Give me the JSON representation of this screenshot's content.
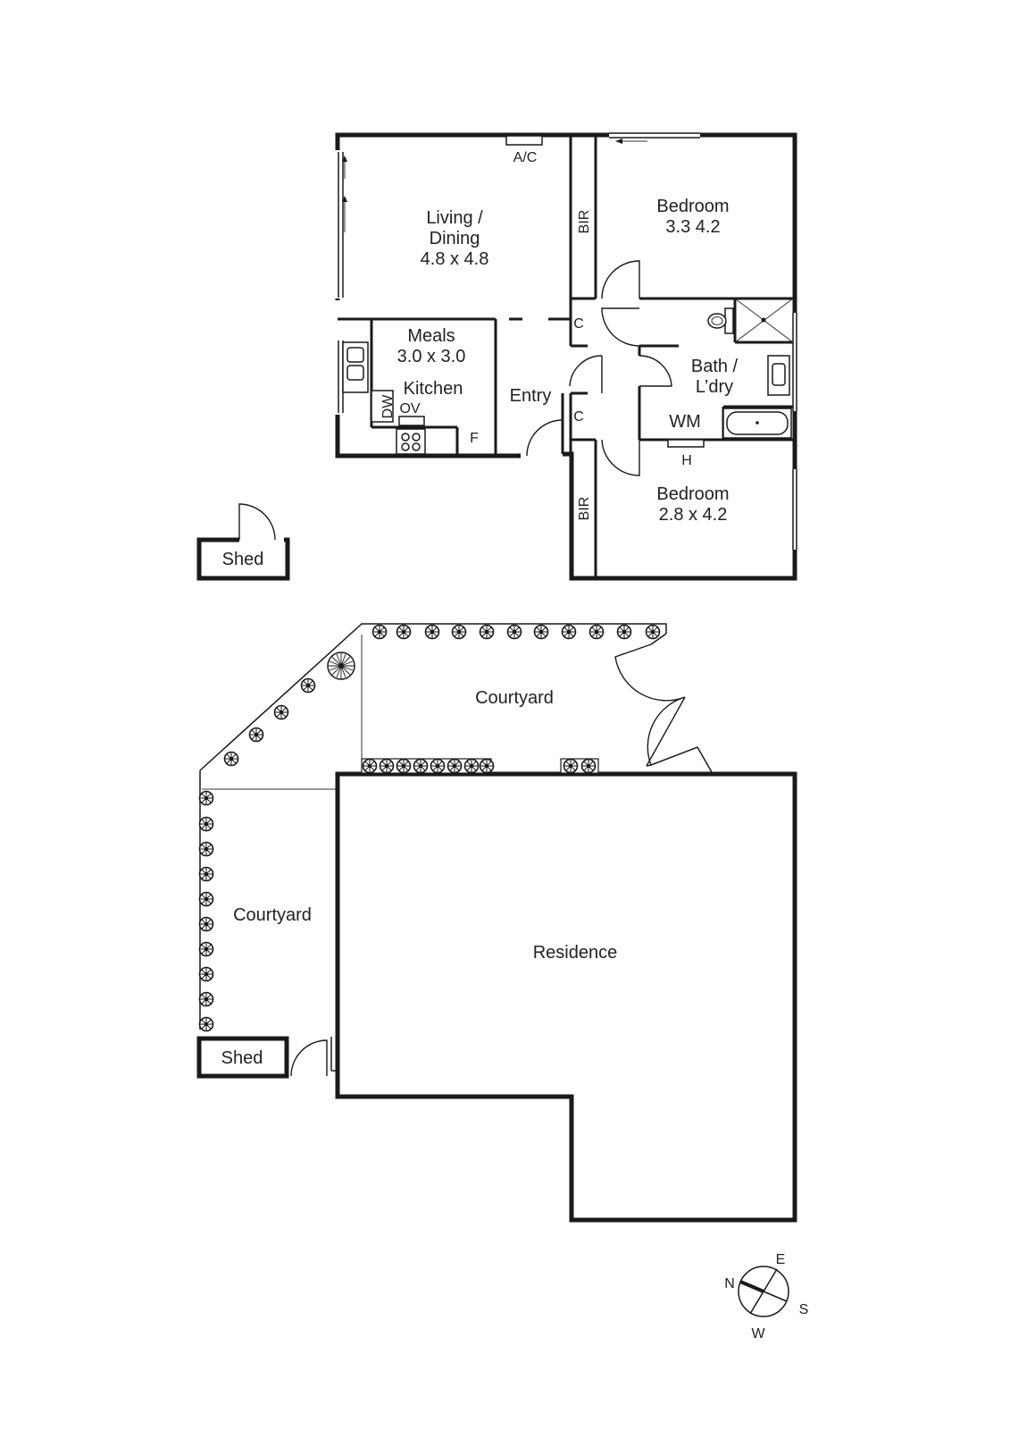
{
  "upper_plan": {
    "living_dining": {
      "name_line1": "Living /",
      "name_line2": "Dining",
      "size": "4.8 x 4.8"
    },
    "ac_label": "A/C",
    "bedroom_1": {
      "name": "Bedroom",
      "size": "3.3  4.2"
    },
    "bir_label": "BIR",
    "closet_label": "C",
    "meals": {
      "name": "Meals",
      "size": "3.0 x 3.0"
    },
    "kitchen": {
      "name": "Kitchen"
    },
    "dishwasher_label": "DW",
    "oven_label": "OV",
    "fridge_label": "F",
    "entry_label": "Entry",
    "bath_laundry": {
      "name_line1": "Bath /",
      "name_line2": "L’dry"
    },
    "washing_machine_label": "WM",
    "heater_label": "H",
    "bedroom_2": {
      "name": "Bedroom",
      "size": "2.8 x 4.2"
    },
    "shed_label": "Shed"
  },
  "site_plan": {
    "courtyard_top_label": "Courtyard",
    "courtyard_left_label": "Courtyard",
    "residence_label": "Residence",
    "shed_label": "Shed"
  },
  "compass": {
    "north": "N",
    "east": "E",
    "south": "S",
    "west": "W"
  }
}
